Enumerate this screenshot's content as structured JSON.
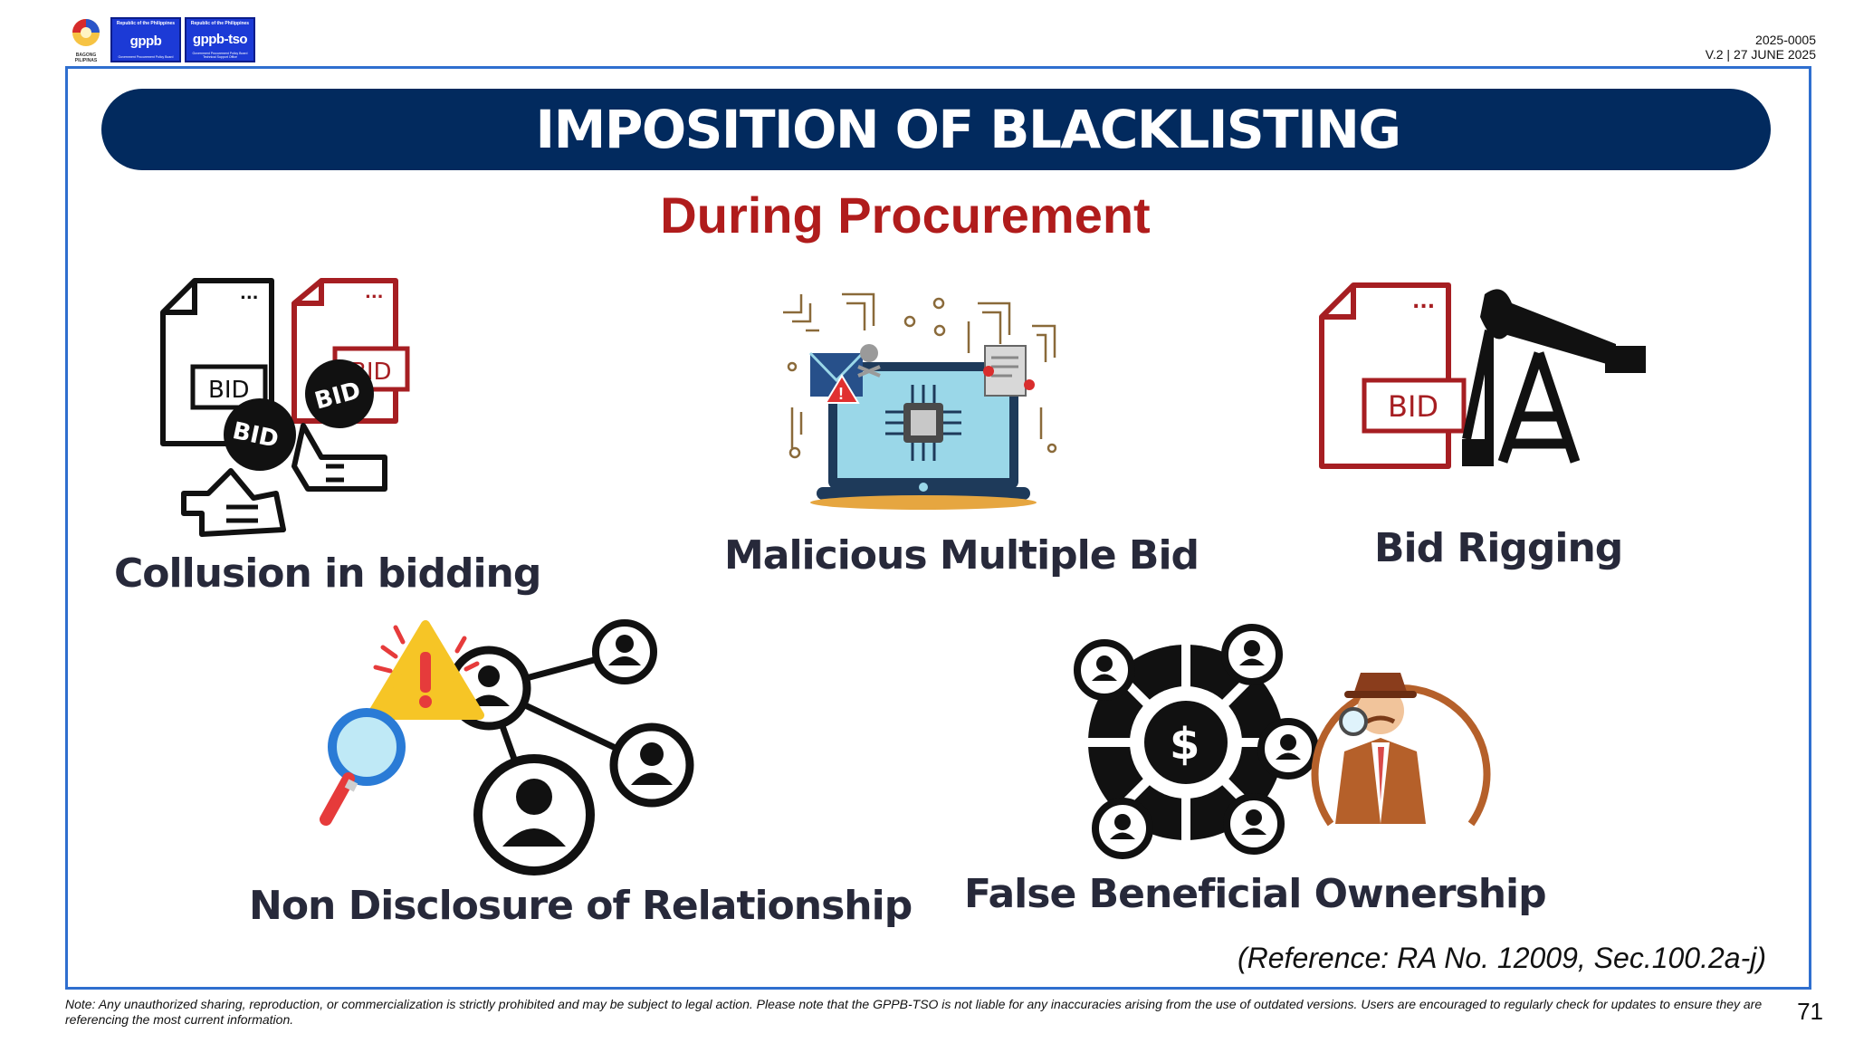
{
  "header": {
    "seal_caption": "BAGONG PILIPINAS",
    "logo_gppb": {
      "top": "Republic of the Philippines",
      "name": "gppb",
      "bottom": "Government Procurement Policy Board"
    },
    "logo_tso": {
      "top": "Republic of the Philippines",
      "name": "gppb-tso",
      "bottom": "Government Procurement Policy Board Technical Support Office"
    },
    "doc_number": "2025-0005",
    "doc_version": "V.2 | 27 JUNE 2025"
  },
  "title": "IMPOSITION OF BLACKLISTING",
  "subtitle": "During Procurement",
  "items": [
    {
      "label": "Collusion in bidding",
      "icon": "collusion-icon",
      "doc_text": "BID"
    },
    {
      "label": "Malicious Multiple Bid",
      "icon": "laptop-malware-icon"
    },
    {
      "label": "Bid Rigging",
      "icon": "bid-rigging-icon",
      "doc_text": "BID"
    },
    {
      "label": "Non Disclosure of Relationship",
      "icon": "network-warning-icon"
    },
    {
      "label": "False Beneficial Ownership",
      "icon": "ownership-detective-icon"
    }
  ],
  "reference": "(Reference: RA No. 12009, Sec.100.2a-j)",
  "footer": {
    "note": "Note: Any unauthorized sharing, reproduction, or commercialization is strictly prohibited and may be subject to legal action. Please note that the GPPB-TSO is not liable for any inaccuracies arising from the use of outdated versions. Users are encouraged to regularly check for updates to ensure they are referencing the most current information.",
    "page_number": "71"
  },
  "colors": {
    "banner": "#022a5e",
    "subtitle": "#b01c1c",
    "frame": "#2f6fcf",
    "caption": "#27293a",
    "bid_red": "#a61e22"
  }
}
